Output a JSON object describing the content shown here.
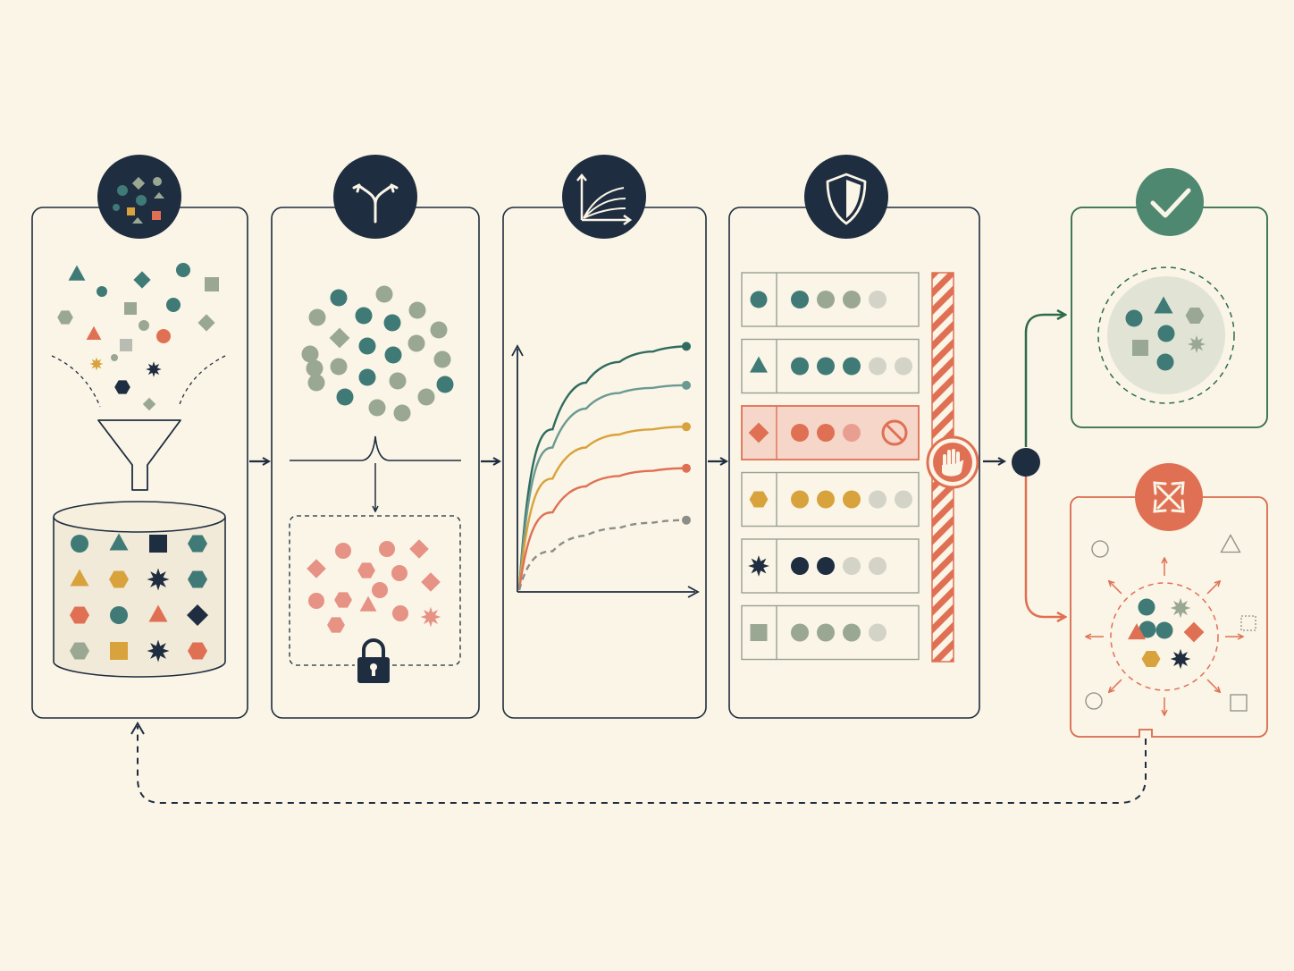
{
  "colors": {
    "background": "#faf5e6",
    "navy": "#1f2d40",
    "teal": "#3f7a77",
    "sage": "#9aa893",
    "mustard": "#d8a33c",
    "coral": "#e07054",
    "salmon": "#e3877a",
    "grey": "#b9bcb2",
    "green": "#2f6b4a",
    "red_outline": "#d86a4e"
  },
  "stages": [
    {
      "id": "ingest",
      "icon": "shapes-cluster-icon",
      "content": "funnel-into-database"
    },
    {
      "id": "split",
      "icon": "fork-arrows-icon",
      "content": "cluster-with-locked-holdout"
    },
    {
      "id": "train",
      "icon": "learning-curves-icon",
      "content": "curves-chart"
    },
    {
      "id": "evaluate",
      "icon": "shield-icon",
      "content": "per-class-rows-with-barrier"
    }
  ],
  "outcomes": [
    {
      "id": "accepted",
      "icon": "checkmark-icon",
      "color": "green"
    },
    {
      "id": "rejected",
      "icon": "expand-arrows-icon",
      "color": "coral"
    }
  ],
  "chart_data": {
    "type": "line",
    "title": "",
    "xlabel": "",
    "ylabel": "",
    "series": [
      {
        "color": "teal-dark",
        "style": "solid",
        "values": [
          0,
          0.62,
          0.8,
          0.88,
          0.92,
          0.94
        ]
      },
      {
        "color": "teal-light",
        "style": "solid",
        "values": [
          0,
          0.55,
          0.7,
          0.76,
          0.78,
          0.79
        ]
      },
      {
        "color": "mustard",
        "style": "solid",
        "values": [
          0,
          0.43,
          0.55,
          0.6,
          0.62,
          0.63
        ]
      },
      {
        "color": "coral",
        "style": "solid",
        "values": [
          0,
          0.3,
          0.4,
          0.44,
          0.46,
          0.47
        ]
      },
      {
        "color": "grey",
        "style": "dashed",
        "values": [
          0,
          0.15,
          0.21,
          0.24,
          0.26,
          0.27
        ]
      }
    ]
  },
  "eval_rows": [
    {
      "shape": "circle",
      "color": "teal",
      "dots": [
        "teal",
        "sage",
        "sage",
        "grey"
      ],
      "flag": "none"
    },
    {
      "shape": "triangle",
      "color": "teal",
      "dots": [
        "teal",
        "teal",
        "teal",
        "grey",
        "grey"
      ],
      "flag": "none"
    },
    {
      "shape": "diamond",
      "color": "coral",
      "dots": [
        "coral",
        "coral",
        "salmon"
      ],
      "flag": "blocked"
    },
    {
      "shape": "hexagon",
      "color": "mustard",
      "dots": [
        "mustard",
        "mustard",
        "mustard",
        "grey",
        "grey"
      ],
      "flag": "none"
    },
    {
      "shape": "star",
      "color": "navy",
      "dots": [
        "navy",
        "navy",
        "grey",
        "grey"
      ],
      "flag": "none"
    },
    {
      "shape": "square",
      "color": "sage",
      "dots": [
        "sage",
        "sage",
        "sage",
        "grey"
      ],
      "flag": "none"
    }
  ]
}
